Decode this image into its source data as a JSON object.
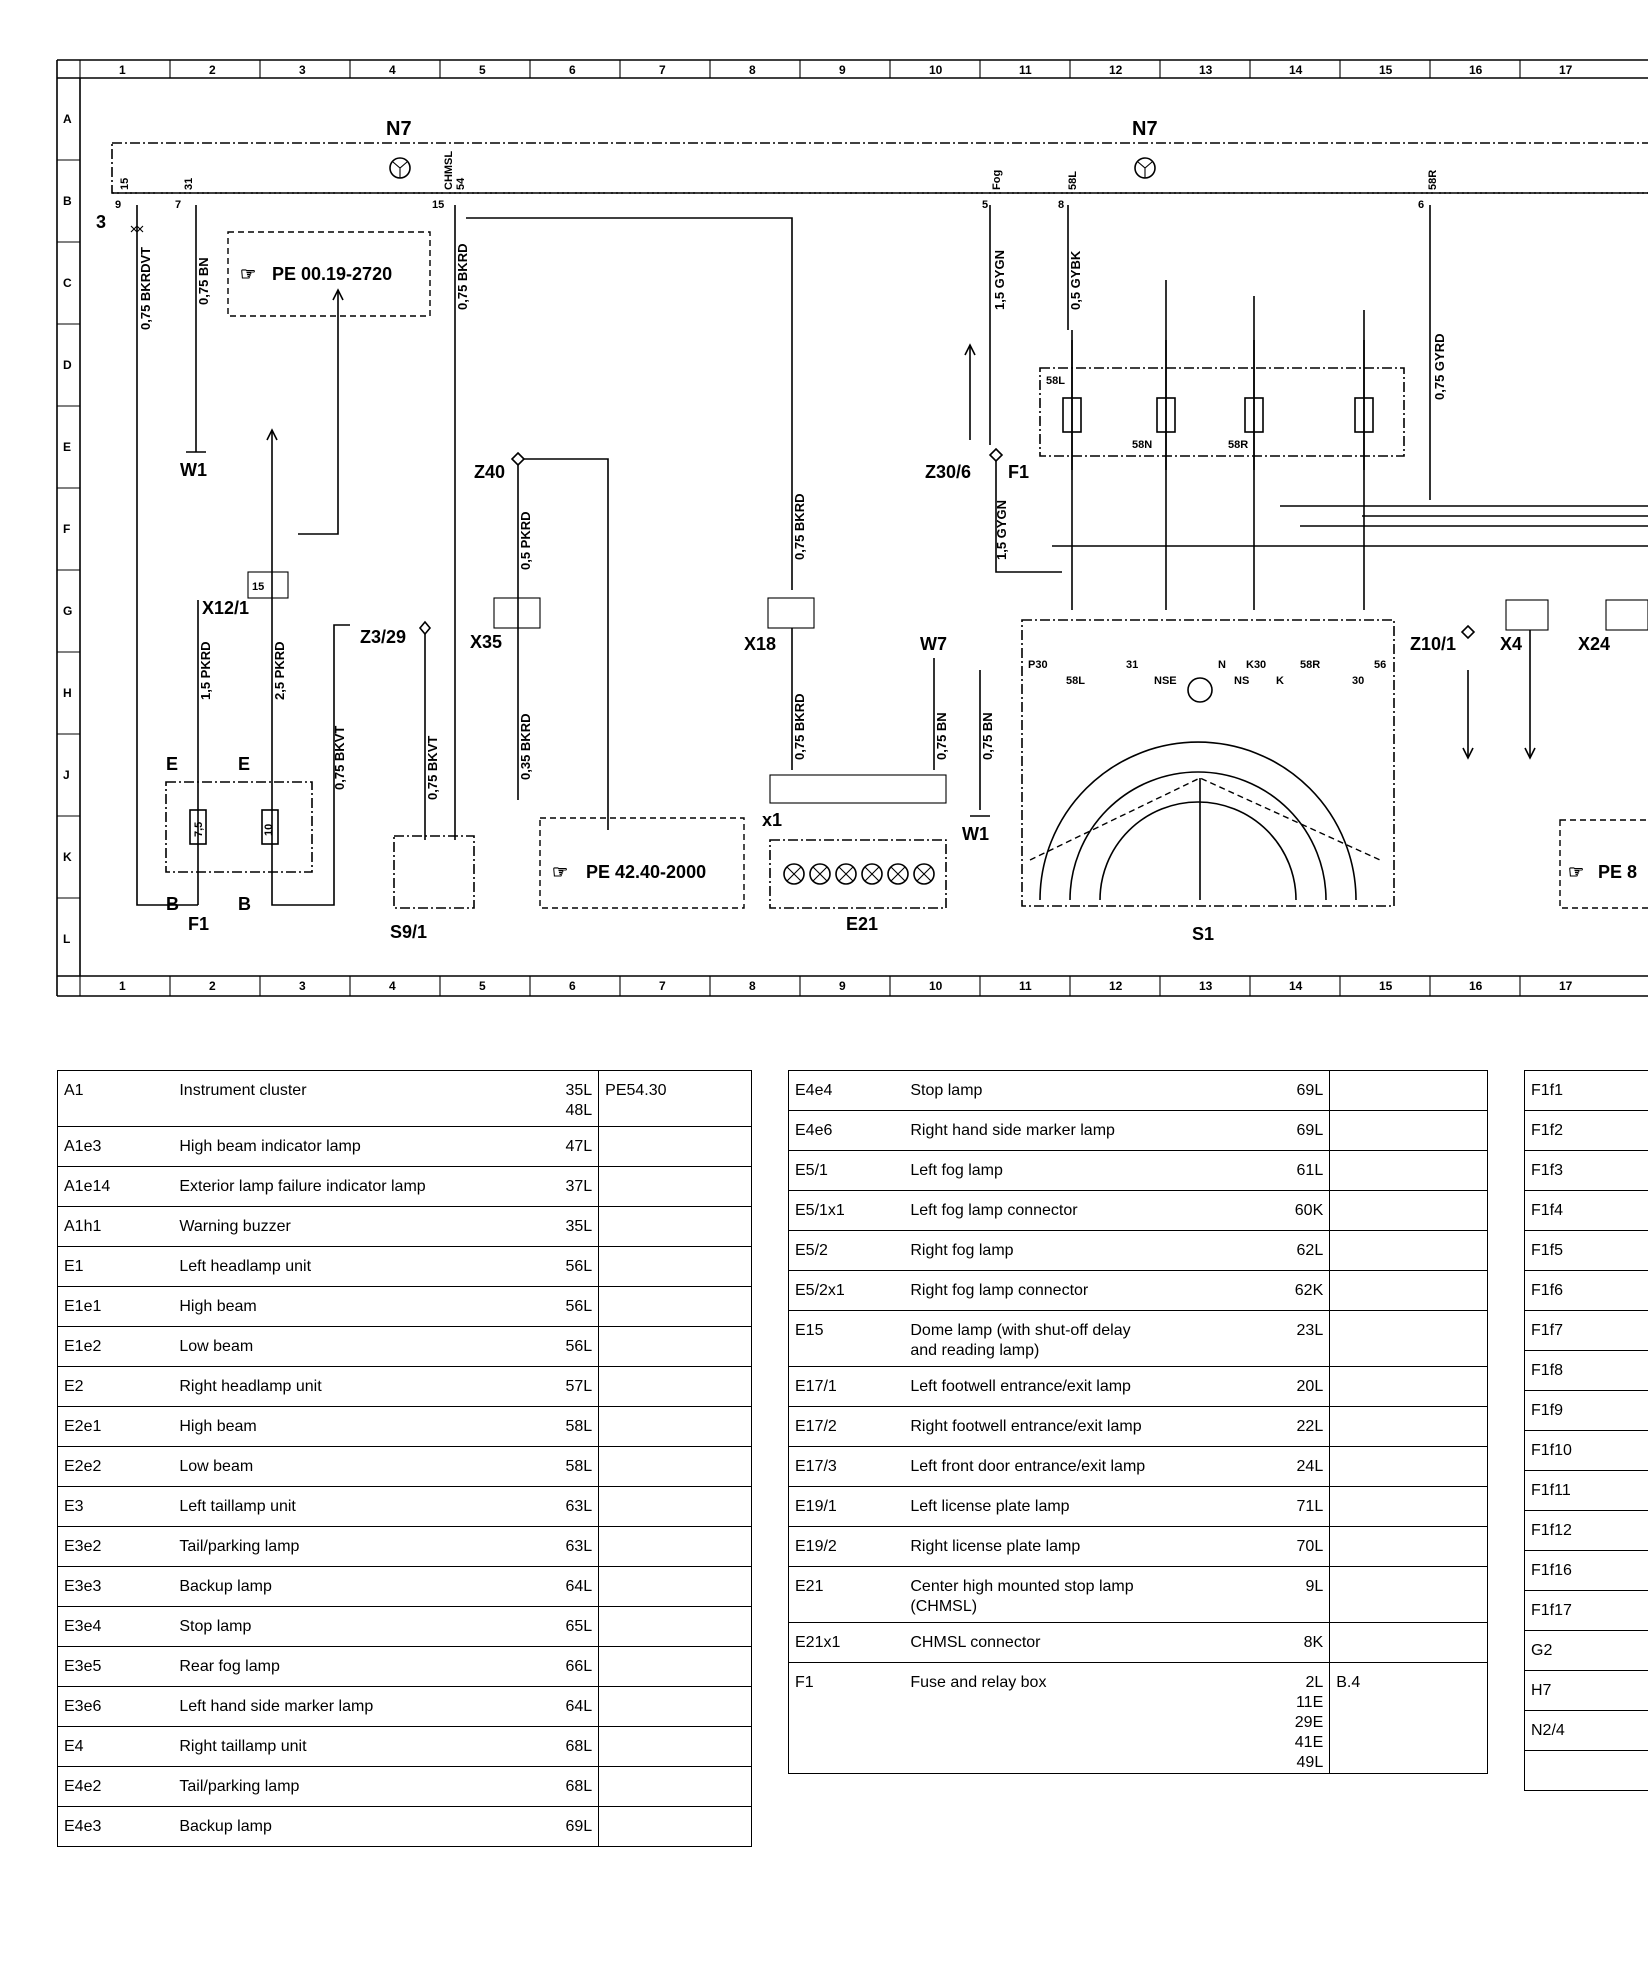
{
  "grid": {
    "columns": [
      "1",
      "2",
      "3",
      "4",
      "5",
      "6",
      "7",
      "8",
      "9",
      "10",
      "11",
      "12",
      "13",
      "14",
      "15",
      "16",
      "17"
    ],
    "rows": [
      "A",
      "B",
      "C",
      "D",
      "E",
      "F",
      "G",
      "H",
      "J",
      "K",
      "L"
    ]
  },
  "components": {
    "N7_left": "N7",
    "N7_right": "N7",
    "W1_left": "W1",
    "W1_right": "W1",
    "W7": "W7",
    "Z40": "Z40",
    "X35": "X35",
    "Z3_29": "Z3/29",
    "X12_1": "X12/1",
    "X18": "X18",
    "x1": "x1",
    "E21": "E21",
    "F1_left": "F1",
    "F1_right": "F1",
    "S9_1": "S9/1",
    "S1": "S1",
    "Z30_6": "Z30/6",
    "Z10_1": "Z10/1",
    "X4": "X4",
    "X24": "X24"
  },
  "refs": {
    "pe1": "PE 00.19-2720",
    "pe2": "PE 42.40-2000",
    "pe3": "PE 8"
  },
  "wires": {
    "w1": "0,75 BKRDVT",
    "w2": "0,75 BN",
    "w3": "0,75 BKRD",
    "w4": "1,5 GYGN",
    "w5": "0,5 GYBK",
    "w6": "0,75 GYRD",
    "w7": "1,5 GYGN",
    "w8": "0,5 PKRD",
    "w9": "0,35 BKRD",
    "w10": "0,75 BKRD",
    "w11": "0,75 BKRD",
    "w12": "0,75 BN",
    "w13": "0,75 BN",
    "w14": "1,5 PKRD",
    "w15": "2,5 PKRD",
    "w16": "0,75 BKVT",
    "w17": "0,75 BKVT"
  },
  "pins": {
    "n7_9": "9",
    "n7_15a": "15",
    "n7_7": "7",
    "n7_31": "31",
    "n7_15b": "15",
    "n7_chmsl": "CHMSL",
    "n7_54": "54",
    "n7_5": "5",
    "n7_fog": "Fog",
    "n7_8": "8",
    "n7_58l": "58L",
    "n7_6": "6",
    "n7_58r": "58R",
    "n7_3": "3",
    "s1_p30": "P30",
    "s1_58l": "58L",
    "s1_31": "31",
    "s1_nse": "NSE",
    "s1_n": "N",
    "s1_ns": "NS",
    "s1_k30": "K30",
    "s1_k": "K",
    "s1_58r": "58R",
    "s1_30": "30",
    "s1_56": "56",
    "fuse_75": "7,5",
    "fuse_10": "10",
    "fuse_15": "15",
    "relay_58l": "58L",
    "relay_58n": "58N",
    "relay_58r": "58R"
  },
  "legend_table_1": [
    {
      "code": "A1",
      "desc": "Instrument cluster",
      "loc": "35L\n48L",
      "ref": "PE54.30"
    },
    {
      "code": "A1e3",
      "desc": "High beam indicator lamp",
      "loc": "47L",
      "ref": ""
    },
    {
      "code": "A1e14",
      "desc": "Exterior lamp failure indicator lamp",
      "loc": "37L",
      "ref": ""
    },
    {
      "code": "A1h1",
      "desc": "Warning buzzer",
      "loc": "35L",
      "ref": ""
    },
    {
      "code": "E1",
      "desc": "Left headlamp unit",
      "loc": "56L",
      "ref": ""
    },
    {
      "code": "E1e1",
      "desc": "High beam",
      "loc": "56L",
      "ref": ""
    },
    {
      "code": "E1e2",
      "desc": "Low beam",
      "loc": "56L",
      "ref": ""
    },
    {
      "code": "E2",
      "desc": "Right headlamp unit",
      "loc": "57L",
      "ref": ""
    },
    {
      "code": "E2e1",
      "desc": "High beam",
      "loc": "58L",
      "ref": ""
    },
    {
      "code": "E2e2",
      "desc": "Low beam",
      "loc": "58L",
      "ref": ""
    },
    {
      "code": "E3",
      "desc": "Left taillamp unit",
      "loc": "63L",
      "ref": ""
    },
    {
      "code": "E3e2",
      "desc": "Tail/parking lamp",
      "loc": "63L",
      "ref": ""
    },
    {
      "code": "E3e3",
      "desc": "Backup lamp",
      "loc": "64L",
      "ref": ""
    },
    {
      "code": "E3e4",
      "desc": "Stop lamp",
      "loc": "65L",
      "ref": ""
    },
    {
      "code": "E3e5",
      "desc": "Rear fog lamp",
      "loc": "66L",
      "ref": ""
    },
    {
      "code": "E3e6",
      "desc": "Left hand side marker lamp",
      "loc": "64L",
      "ref": ""
    },
    {
      "code": "E4",
      "desc": "Right taillamp unit",
      "loc": "68L",
      "ref": ""
    },
    {
      "code": "E4e2",
      "desc": "Tail/parking lamp",
      "loc": "68L",
      "ref": ""
    },
    {
      "code": "E4e3",
      "desc": "Backup lamp",
      "loc": "69L",
      "ref": ""
    }
  ],
  "legend_table_2": [
    {
      "code": "E4e4",
      "desc": "Stop lamp",
      "loc": "69L",
      "ref": ""
    },
    {
      "code": "E4e6",
      "desc": "Right hand side marker lamp",
      "loc": "69L",
      "ref": ""
    },
    {
      "code": "E5/1",
      "desc": "Left fog lamp",
      "loc": "61L",
      "ref": ""
    },
    {
      "code": "E5/1x1",
      "desc": "Left fog lamp connector",
      "loc": "60K",
      "ref": ""
    },
    {
      "code": "E5/2",
      "desc": "Right fog lamp",
      "loc": "62L",
      "ref": ""
    },
    {
      "code": "E5/2x1",
      "desc": "Right fog lamp connector",
      "loc": "62K",
      "ref": ""
    },
    {
      "code": "E15",
      "desc": "Dome lamp (with shut-off delay\nand reading lamp)",
      "loc": "23L",
      "ref": ""
    },
    {
      "code": "E17/1",
      "desc": "Left footwell entrance/exit lamp",
      "loc": "20L",
      "ref": ""
    },
    {
      "code": "E17/2",
      "desc": "Right footwell entrance/exit lamp",
      "loc": "22L",
      "ref": ""
    },
    {
      "code": "E17/3",
      "desc": "Left front door entrance/exit lamp",
      "loc": "24L",
      "ref": ""
    },
    {
      "code": "E19/1",
      "desc": "Left license plate lamp",
      "loc": "71L",
      "ref": ""
    },
    {
      "code": "E19/2",
      "desc": "Right license plate lamp",
      "loc": "70L",
      "ref": ""
    },
    {
      "code": "E21",
      "desc": "Center high mounted stop lamp\n(CHMSL)",
      "loc": "9L",
      "ref": ""
    },
    {
      "code": "E21x1",
      "desc": "CHMSL connector",
      "loc": "8K",
      "ref": ""
    },
    {
      "code": "F1",
      "desc": "Fuse and relay box",
      "loc": "2L\n11E\n29E\n41E\n49L",
      "ref": "B.4"
    }
  ],
  "legend_table_3": [
    {
      "code": "F1f1"
    },
    {
      "code": "F1f2"
    },
    {
      "code": "F1f3"
    },
    {
      "code": "F1f4"
    },
    {
      "code": "F1f5"
    },
    {
      "code": "F1f6"
    },
    {
      "code": "F1f7"
    },
    {
      "code": "F1f8"
    },
    {
      "code": "F1f9"
    },
    {
      "code": "F1f10"
    },
    {
      "code": "F1f11"
    },
    {
      "code": "F1f12"
    },
    {
      "code": "F1f16"
    },
    {
      "code": "F1f17"
    },
    {
      "code": "G2"
    },
    {
      "code": "H7"
    },
    {
      "code": "N2/4"
    },
    {
      "code": ""
    }
  ]
}
